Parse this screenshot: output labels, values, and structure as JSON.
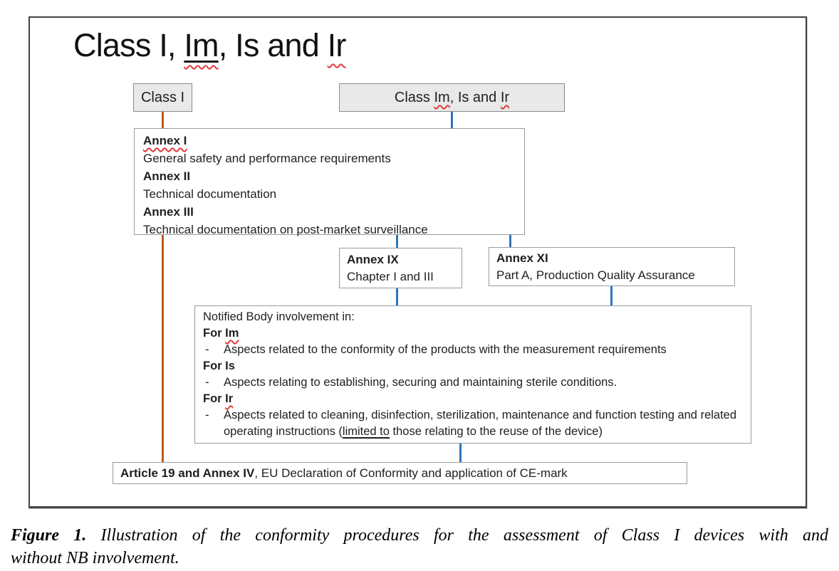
{
  "title": {
    "part1": "Class I, ",
    "term_im": "Im",
    "sep": ", ",
    "part2": "Is and ",
    "term_ir": "Ir"
  },
  "class1_box": {
    "label": "Class I"
  },
  "class_im_box": {
    "prefix": "Class ",
    "term_im": "Im",
    "mid": ", Is and ",
    "term_ir": "Ir"
  },
  "annex_box": {
    "items": [
      {
        "name": "Annex I",
        "desc": "General safety and performance requirements"
      },
      {
        "name": "Annex II",
        "desc": "Technical documentation"
      },
      {
        "name": "Annex III",
        "desc": "Technical documentation on post-market surveillance"
      }
    ]
  },
  "annex_ix_box": {
    "title": "Annex IX",
    "desc": "Chapter I and III"
  },
  "annex_xi_box": {
    "title": "Annex XI",
    "desc": "Part A, Production Quality Assurance"
  },
  "notified_box": {
    "intro": "Notified Body involvement in:",
    "bullet_dash": "-",
    "sections": [
      {
        "heading_pre": "For ",
        "heading_term": "Im",
        "bullet": "Aspects related to the conformity of the products with the measurement requirements"
      },
      {
        "heading_pre": "For ",
        "heading_term": "Is",
        "bullet": "Aspects relating to establishing, securing and maintaining sterile conditions."
      },
      {
        "heading_pre": "For ",
        "heading_term": "Ir",
        "bullet_before": "Aspects related to cleaning, disinfection, sterilization, maintenance and function testing and related operating instructions (",
        "bullet_underlined": "limited to",
        "bullet_after": " those relating to the reuse of the device)"
      }
    ]
  },
  "article_box": {
    "bold": "Article 19 and Annex IV",
    "rest": ", EU Declaration of Conformity and application of CE-mark"
  },
  "caption": {
    "line1_bold": "Figure 1.",
    "line1_rest": " Illustration of the conformity procedures for the assessment of Class I devices with and",
    "line2": "without NB involvement."
  },
  "colors": {
    "connector_orange": "#C0571C",
    "connector_blue": "#2E76B9",
    "class_box_fill": "#E9E9E9",
    "box_border": "#9B9B9B",
    "frame_border": "#424242",
    "squiggle_red": "#E23B3B",
    "text": "#1F1F1F"
  }
}
